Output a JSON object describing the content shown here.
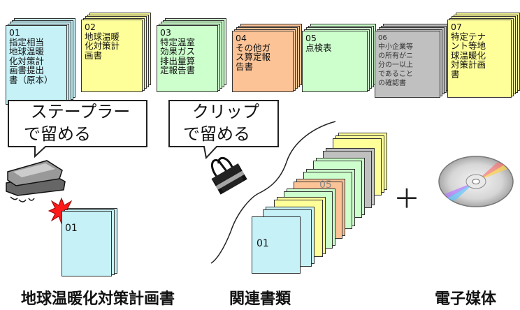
{
  "documents": [
    {
      "id": "doc-01",
      "num": "01",
      "lines": [
        "指定相当",
        "地球温暖",
        "化対策計",
        "画書提出",
        "書（原本）"
      ],
      "color": "#c5f1f7"
    },
    {
      "id": "doc-02",
      "num": "02",
      "lines": [
        "地球温暖",
        "化対策計",
        "画書"
      ],
      "color": "#ffff99"
    },
    {
      "id": "doc-03",
      "num": "03",
      "lines": [
        "特定温室",
        "効果ガス",
        "排出量算",
        "定報告書"
      ],
      "color": "#ccffcc"
    },
    {
      "id": "doc-04",
      "num": "04",
      "lines": [
        "その他ガ",
        "ス算定報",
        "告書"
      ],
      "color": "#fbc396"
    },
    {
      "id": "doc-05",
      "num": "05",
      "lines": [
        "点検表"
      ],
      "color": "#ccffcc"
    },
    {
      "id": "doc-06",
      "num": "06",
      "lines": [
        "中小企業等",
        "の所有がニ",
        "分の一以上",
        "であること",
        "の確認書"
      ],
      "color": "#c0c0c0"
    },
    {
      "id": "doc-07",
      "num": "07",
      "lines": [
        "特定テナ",
        "ント等地",
        "球温暖化",
        "対策計画",
        "書"
      ],
      "color": "#ffff99"
    }
  ],
  "bubbles": {
    "staple": [
      "ステープラー",
      "で留める"
    ],
    "clip": [
      "クリップ",
      "で留める"
    ]
  },
  "stacks": {
    "plan_label": "01",
    "related_label_front": "01",
    "related_label_mid": "05"
  },
  "plus_sign": "＋",
  "captions": {
    "plan": "地球温暖化対策計画書",
    "related": "関連書類",
    "media": "電子媒体"
  },
  "colors": {
    "cyan": "#c5f1f7",
    "yellow": "#ffff99",
    "green": "#ccffcc",
    "orange": "#fbc396",
    "gray": "#c0c0c0"
  }
}
